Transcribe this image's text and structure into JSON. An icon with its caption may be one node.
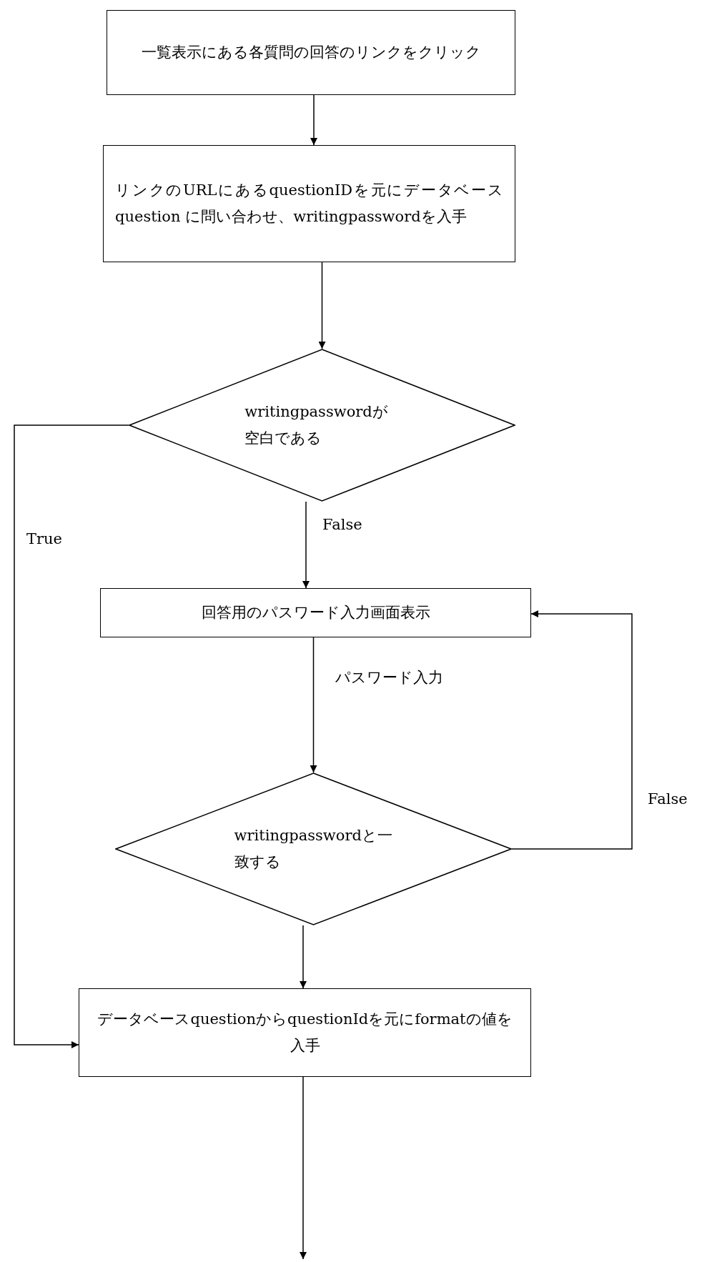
{
  "diagram": {
    "nodes": [
      {
        "text": [
          "一覧表示にある各質問の回答のリンクをクリック"
        ]
      },
      {
        "text": [
          "リンクのURLにあるquestionIDを元にデータベース question に問い合わせ、writingpasswordを入手"
        ]
      },
      {
        "text": [
          "writingpasswordが空白である"
        ]
      },
      {
        "text": [
          "回答用のパスワード入力画面表示"
        ]
      },
      {
        "text": [
          "writingpasswordと一致する"
        ]
      },
      {
        "text": [
          "データベースquestionからquestionIdを元にformatの値を入手"
        ]
      }
    ],
    "edges": [
      {
        "from": 0,
        "to": 1,
        "arrow": "to"
      },
      {
        "from": 1,
        "to": 2,
        "arrow": "to"
      },
      {
        "from": 2,
        "to": 3,
        "arrow": "to",
        "label": "False"
      },
      {
        "from": 3,
        "to": 4,
        "arrow": "to",
        "label": "パスワード入力"
      },
      {
        "from": 4,
        "to": 3,
        "arrow": "to",
        "label": "False"
      },
      {
        "from": 2,
        "to": 5,
        "arrow": "to",
        "label": "True"
      },
      {
        "from": 4,
        "to": 5,
        "arrow": "to"
      },
      {
        "from": 5,
        "to": null,
        "arrow": "to"
      }
    ]
  }
}
